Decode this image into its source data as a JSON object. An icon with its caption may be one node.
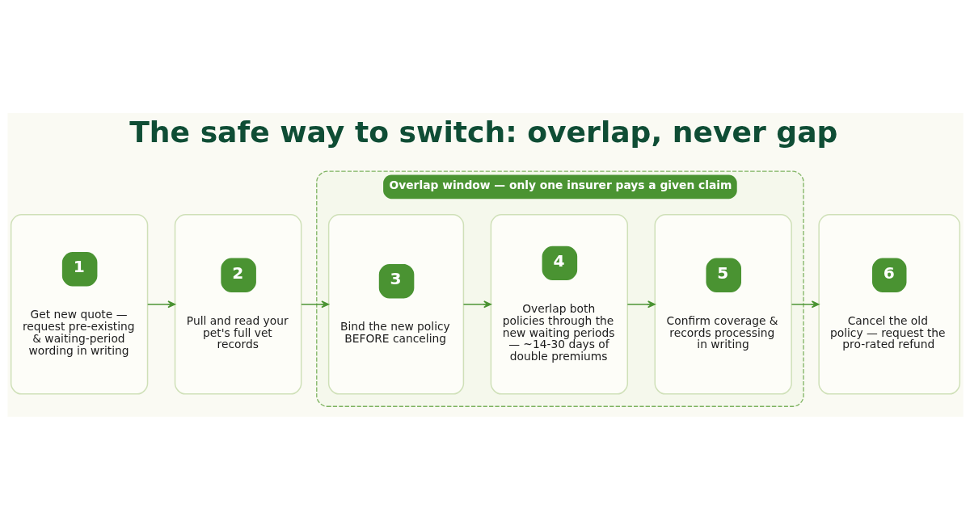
{
  "diagram": {
    "title": "The safe way to switch: overlap, never gap",
    "nodes": [
      {
        "text": [
          "1",
          "Get new quote — request pre-existing & waiting-period wording in writing"
        ]
      },
      {
        "text": [
          "2",
          "Pull and read your pet's full vet records"
        ]
      },
      {
        "text": [
          "Overlap window — only one insurer pays a given claim"
        ]
      },
      {
        "text": [
          "3",
          "Bind the new policy BEFORE canceling"
        ],
        "in": 2
      },
      {
        "text": [
          "4",
          "Overlap both policies through the new waiting periods — ~14-30 days of double premiums"
        ],
        "in": 2
      },
      {
        "text": [
          "5",
          "Confirm coverage & records processing in writing"
        ],
        "in": 2
      },
      {
        "text": [
          "6",
          "Cancel the old policy — request the pro-rated refund"
        ]
      }
    ],
    "edges": [
      {
        "from": 0,
        "to": 1,
        "arrow": "to"
      },
      {
        "from": 1,
        "to": 3,
        "arrow": "to"
      },
      {
        "from": 3,
        "to": 4,
        "arrow": "to"
      },
      {
        "from": 4,
        "to": 5,
        "arrow": "to"
      },
      {
        "from": 5,
        "to": 6,
        "arrow": "to"
      }
    ]
  }
}
